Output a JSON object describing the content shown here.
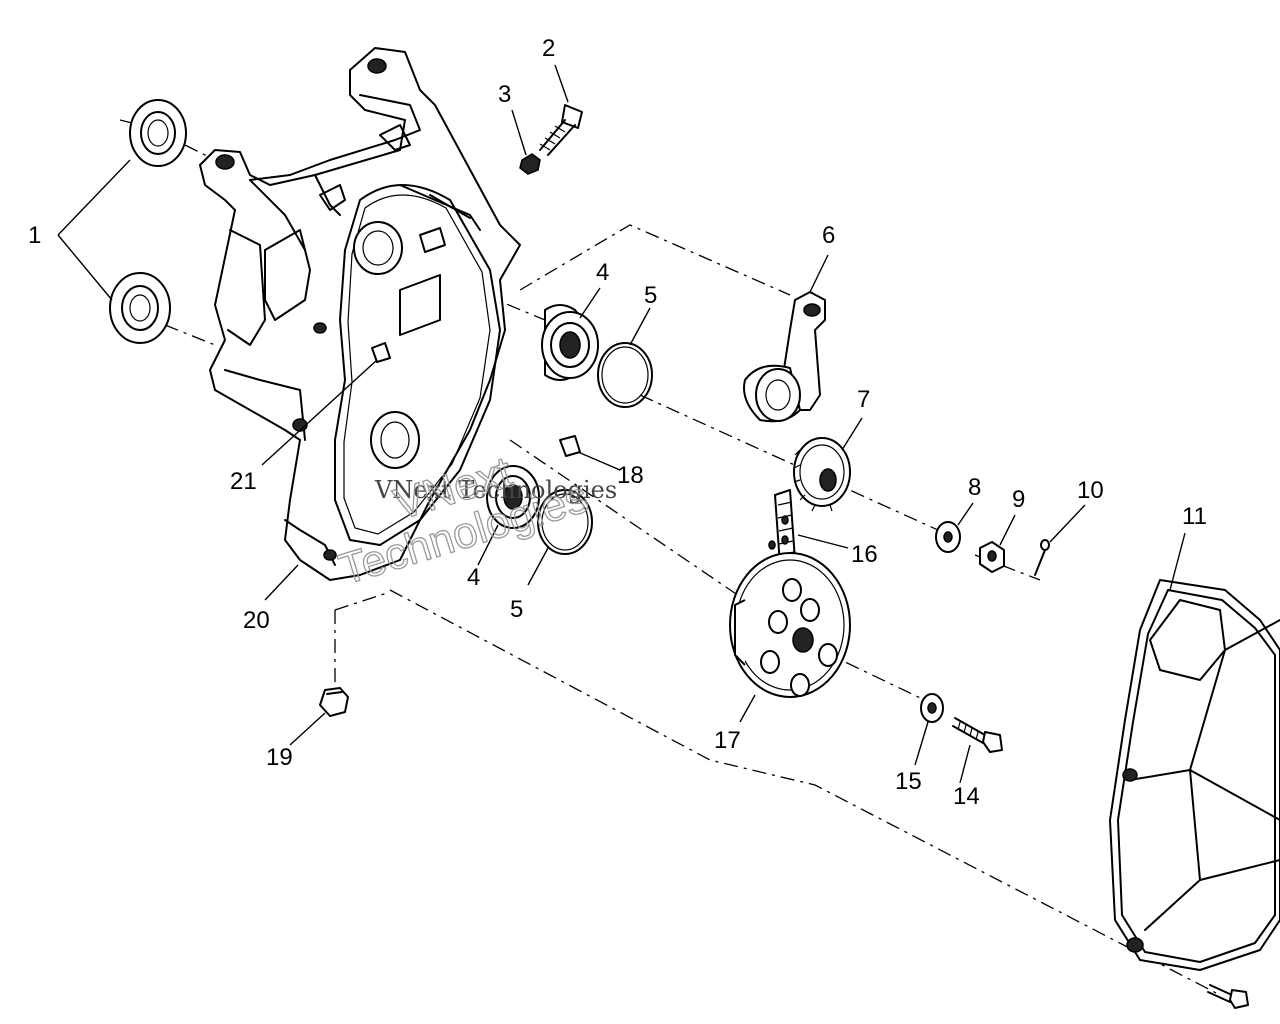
{
  "callouts": [
    {
      "id": "1",
      "label": "1"
    },
    {
      "id": "2",
      "label": "2"
    },
    {
      "id": "3",
      "label": "3"
    },
    {
      "id": "4a",
      "label": "4"
    },
    {
      "id": "5a",
      "label": "5"
    },
    {
      "id": "6",
      "label": "6"
    },
    {
      "id": "7",
      "label": "7"
    },
    {
      "id": "8",
      "label": "8"
    },
    {
      "id": "9",
      "label": "9"
    },
    {
      "id": "10",
      "label": "10"
    },
    {
      "id": "11",
      "label": "11"
    },
    {
      "id": "21",
      "label": "21"
    },
    {
      "id": "18",
      "label": "18"
    },
    {
      "id": "16",
      "label": "16"
    },
    {
      "id": "4b",
      "label": "4"
    },
    {
      "id": "5b",
      "label": "5"
    },
    {
      "id": "20",
      "label": "20"
    },
    {
      "id": "17",
      "label": "17"
    },
    {
      "id": "19",
      "label": "19"
    },
    {
      "id": "15",
      "label": "15"
    },
    {
      "id": "14",
      "label": "14"
    }
  ],
  "watermark": {
    "line1": "VNext Technologies",
    "line2a": "VNext",
    "line2b": "Technologies"
  }
}
